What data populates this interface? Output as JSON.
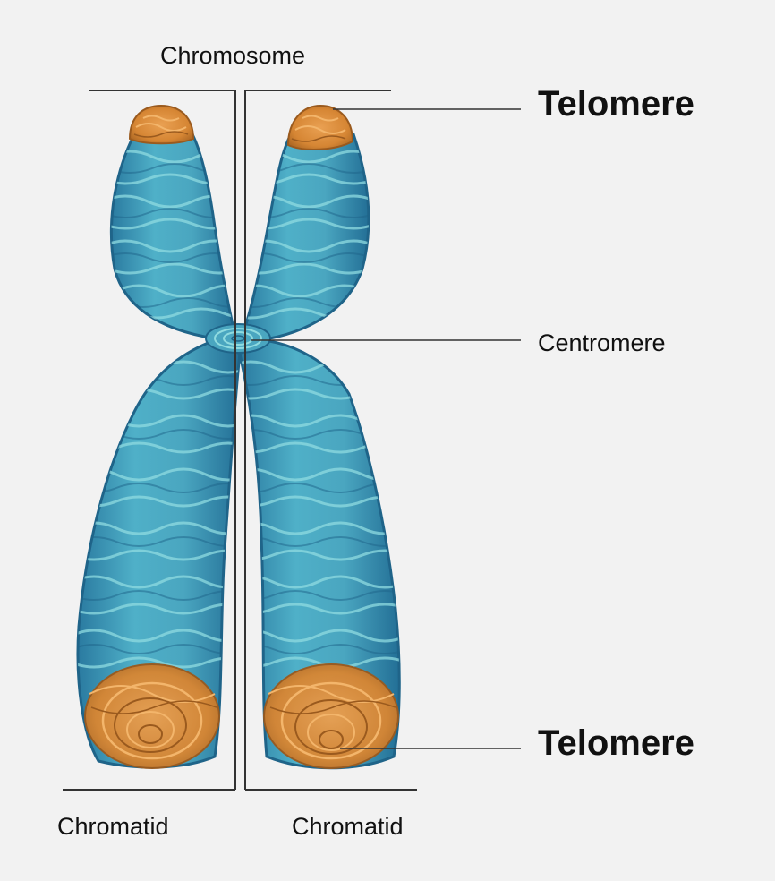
{
  "labels": {
    "chromosome": "Chromosome",
    "telomere_top": "Telomere",
    "centromere": "Centromere",
    "telomere_bottom": "Telomere",
    "chromatid_left": "Chromatid",
    "chromatid_right": "Chromatid"
  },
  "colors": {
    "background": "#f2f2f2",
    "chromatin_fill": "#4aa6c0",
    "chromatin_dark": "#1f6489",
    "chromatin_light": "#8fdbe0",
    "telomere_fill": "#d9893a",
    "telomere_dark": "#9a5a1e",
    "telomere_light": "#f3b56b",
    "line": "#333333",
    "text": "#111111"
  }
}
